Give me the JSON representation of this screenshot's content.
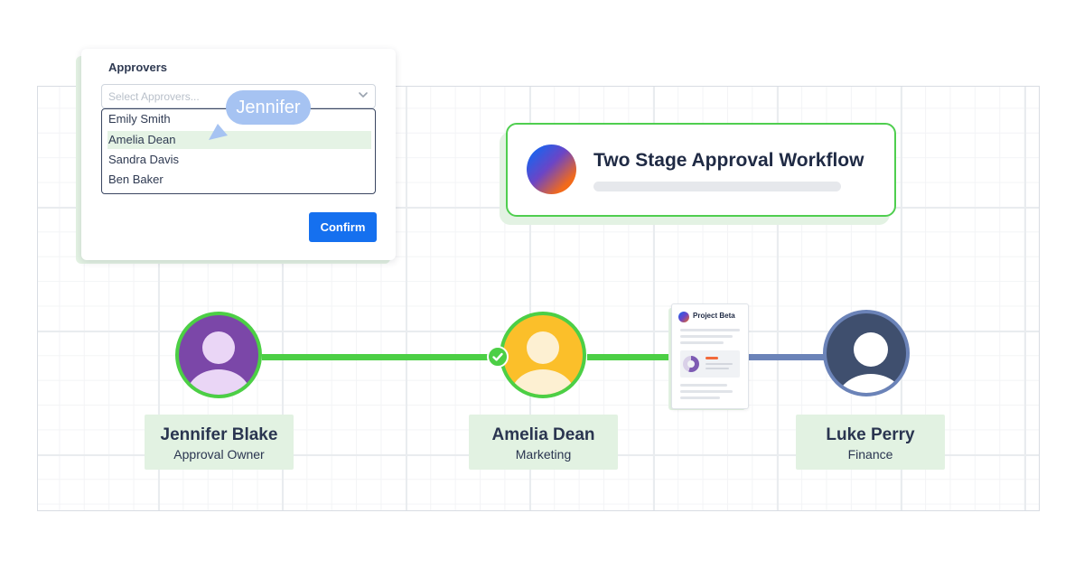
{
  "approvers": {
    "title": "Approvers",
    "select_placeholder": "Select Approvers...",
    "options": [
      {
        "label": "Emily Smith",
        "selected": false
      },
      {
        "label": "Amelia Dean",
        "selected": true
      },
      {
        "label": "Sandra Davis",
        "selected": false
      },
      {
        "label": "Ben Baker",
        "selected": false
      }
    ],
    "confirm_label": "Confirm"
  },
  "cursor": {
    "label": "Jennifer",
    "color": "#a6c3f2"
  },
  "workflow": {
    "title": "Two Stage Approval Workflow"
  },
  "document": {
    "title": "Project Beta"
  },
  "people": [
    {
      "name": "Jennifer Blake",
      "role": "Approval Owner",
      "status": "active",
      "color": "#7b47a8"
    },
    {
      "name": "Amelia Dean",
      "role": "Marketing",
      "status": "approved",
      "color": "#fbbf2a"
    },
    {
      "name": "Luke Perry",
      "role": "Finance",
      "status": "pending",
      "color": "#3f4f6e"
    }
  ],
  "colors": {
    "accent_green": "#4ccf45",
    "pending_blue": "#6b83b8",
    "primary_button": "#1570ef",
    "text_dark": "#2a3550"
  },
  "icons": {
    "chevron": "chevron-down-icon",
    "check": "check-icon",
    "cursor": "cursor-arrow-icon",
    "user": "user-icon"
  }
}
